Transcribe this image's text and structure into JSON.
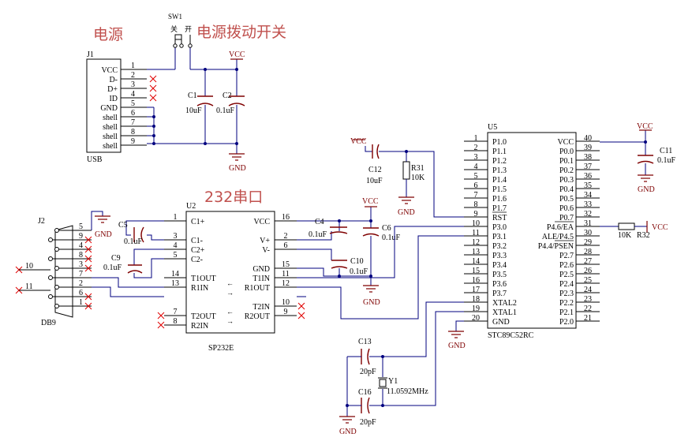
{
  "headings": {
    "power": "电源",
    "power_switch": "电源拨动开关",
    "serial": "232串口"
  },
  "switch": {
    "ref": "SW1",
    "open": "开",
    "close": "关"
  },
  "j1": {
    "ref": "J1",
    "name": "USB",
    "pins": [
      {
        "num": "1",
        "name": "VCC"
      },
      {
        "num": "2",
        "name": "D-"
      },
      {
        "num": "3",
        "name": "D+"
      },
      {
        "num": "4",
        "name": "ID"
      },
      {
        "num": "5",
        "name": "GND"
      },
      {
        "num": "6",
        "name": "shell"
      },
      {
        "num": "7",
        "name": "shell"
      },
      {
        "num": "8",
        "name": "shell"
      },
      {
        "num": "9",
        "name": "shell"
      }
    ]
  },
  "power_caps": [
    {
      "ref": "C1",
      "value": "10uF"
    },
    {
      "ref": "C2",
      "value": "0.1uF"
    }
  ],
  "u2": {
    "ref": "U2",
    "name": "SP232E",
    "left_pins": [
      {
        "num": "1",
        "name": "C1+"
      },
      {
        "num": "3",
        "name": "C1-"
      },
      {
        "num": "4",
        "name": "C2+"
      },
      {
        "num": "5",
        "name": "C2-"
      },
      {
        "num": "14",
        "name": "T1OUT"
      },
      {
        "num": "13",
        "name": "R1IN"
      },
      {
        "num": "7",
        "name": "T2OUT"
      },
      {
        "num": "8",
        "name": "R2IN"
      }
    ],
    "right_pins": [
      {
        "num": "16",
        "name": "VCC"
      },
      {
        "num": "2",
        "name": "V+"
      },
      {
        "num": "6",
        "name": "V-"
      },
      {
        "num": "15",
        "name": "GND"
      },
      {
        "num": "11",
        "name": "T1IN"
      },
      {
        "num": "12",
        "name": "R1OUT"
      },
      {
        "num": "10",
        "name": "T2IN"
      },
      {
        "num": "9",
        "name": "R2OUT"
      }
    ]
  },
  "serial_caps": [
    {
      "ref": "C5",
      "value": "0.1uF"
    },
    {
      "ref": "C9",
      "value": "0.1uF"
    },
    {
      "ref": "C4",
      "value": "0.1uF"
    },
    {
      "ref": "C6",
      "value": "0.1uF"
    },
    {
      "ref": "C10",
      "value": "0.1uF"
    }
  ],
  "j2": {
    "ref": "J2",
    "name": "DB9",
    "pins": [
      "5",
      "9",
      "4",
      "8",
      "3",
      "7",
      "2",
      "6",
      "1"
    ],
    "nets": [
      "10",
      "11"
    ]
  },
  "u5": {
    "ref": "U5",
    "name": "STC89C52RC",
    "left_pins": [
      {
        "num": "1",
        "name": "P1.0"
      },
      {
        "num": "2",
        "name": "P1.1"
      },
      {
        "num": "3",
        "name": "P1.2"
      },
      {
        "num": "4",
        "name": "P1.3"
      },
      {
        "num": "5",
        "name": "P1.4"
      },
      {
        "num": "6",
        "name": "P1.5"
      },
      {
        "num": "7",
        "name": "P1.6"
      },
      {
        "num": "8",
        "name": "P1.7"
      },
      {
        "num": "9",
        "name": "RST"
      },
      {
        "num": "10",
        "name": "P3.0"
      },
      {
        "num": "11",
        "name": "P3.1"
      },
      {
        "num": "12",
        "name": "P3.2"
      },
      {
        "num": "13",
        "name": "P3.3"
      },
      {
        "num": "14",
        "name": "P3.4"
      },
      {
        "num": "15",
        "name": "P3.5"
      },
      {
        "num": "16",
        "name": "P3.6"
      },
      {
        "num": "17",
        "name": "P3.7"
      },
      {
        "num": "18",
        "name": "XTAL2"
      },
      {
        "num": "19",
        "name": "XTAL1"
      },
      {
        "num": "20",
        "name": "GND"
      }
    ],
    "right_pins": [
      {
        "num": "40",
        "name": "VCC"
      },
      {
        "num": "39",
        "name": "P0.0"
      },
      {
        "num": "38",
        "name": "P0.1"
      },
      {
        "num": "37",
        "name": "P0.2"
      },
      {
        "num": "36",
        "name": "P0.3"
      },
      {
        "num": "35",
        "name": "P0.4"
      },
      {
        "num": "34",
        "name": "P0.5"
      },
      {
        "num": "33",
        "name": "P0.6"
      },
      {
        "num": "32",
        "name": "P0.7"
      },
      {
        "num": "31",
        "name": "P4.6/EA"
      },
      {
        "num": "30",
        "name": "ALE/P4.5"
      },
      {
        "num": "29",
        "name": "P4.4/PSEN"
      },
      {
        "num": "28",
        "name": "P2.7"
      },
      {
        "num": "27",
        "name": "P2.6"
      },
      {
        "num": "26",
        "name": "P2.5"
      },
      {
        "num": "25",
        "name": "P2.4"
      },
      {
        "num": "24",
        "name": "P2.3"
      },
      {
        "num": "23",
        "name": "P2.2"
      },
      {
        "num": "22",
        "name": "P2.1"
      },
      {
        "num": "21",
        "name": "P2.0"
      }
    ]
  },
  "reset": {
    "c12": {
      "ref": "C12",
      "value": "10uF"
    },
    "r31": {
      "ref": "R31",
      "value": "10K"
    }
  },
  "ea": {
    "r32": {
      "ref": "R32",
      "value": "10K"
    }
  },
  "decoupling": {
    "ref": "C11",
    "value": "0.1uF"
  },
  "crystal": {
    "y1": {
      "ref": "Y1",
      "value": "11.0592MHz"
    },
    "c13": {
      "ref": "C13",
      "value": "20pF"
    },
    "c16": {
      "ref": "C16",
      "value": "20pF"
    }
  },
  "net_labels": {
    "vcc": "VCC",
    "gnd": "GND"
  }
}
